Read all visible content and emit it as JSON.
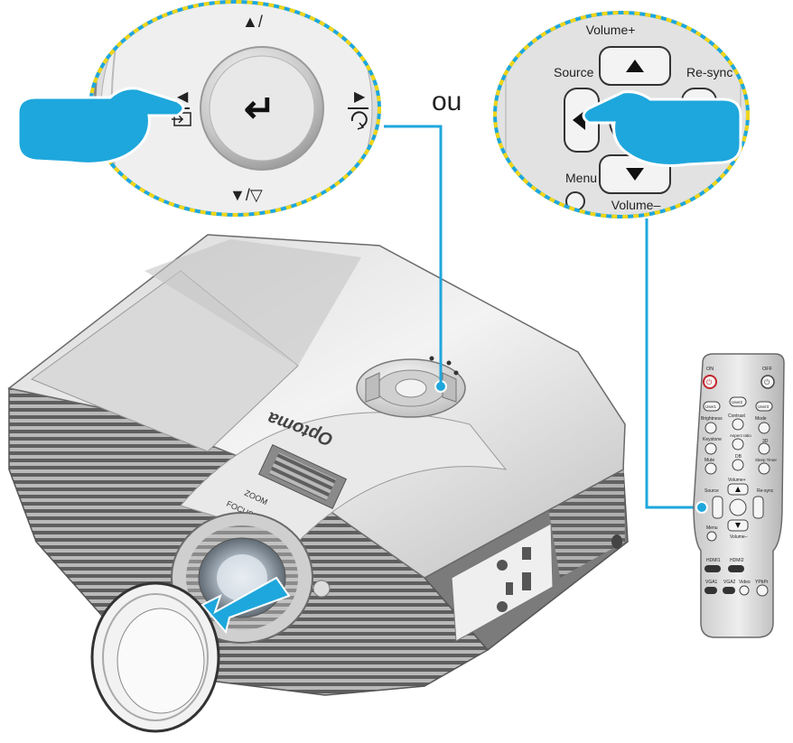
{
  "figure": {
    "or_label": "ou",
    "brand_logo_text": "Optoma",
    "zoom_label": "ZOOM",
    "focus_label": "FOCUS"
  },
  "keypad_zoom": {
    "up_symbol": "▲/",
    "down_symbol": "▼/▽",
    "left_symbol": "◀",
    "right_symbol": "▶",
    "enter_symbol": "↵"
  },
  "remote_zoom": {
    "volume_up": "Volume+",
    "volume_down": "Volume–",
    "source": "Source",
    "resync": "Re-sync",
    "menu": "Menu"
  },
  "remote": {
    "on": "ON",
    "off": "OFF",
    "user1": "User1",
    "user2": "User2",
    "user3": "User3",
    "brightness": "Brightness",
    "contrast": "Contrast",
    "mode": "Mode",
    "keystone": "Keystone",
    "aspect": "Aspect ratio",
    "three_d": "3D",
    "mute": "Mute",
    "db": "DB",
    "sleep": "Sleep Timer",
    "volume_up": "Volume+",
    "volume_down": "Volume–",
    "source": "Source",
    "resync": "Re-sync",
    "menu": "Menu",
    "hdmi1": "HDMI1",
    "hdmi2": "HDMI2",
    "vga1": "VGA1",
    "vga2": "VGA2",
    "video": "Video",
    "ypbpr": "YPbPr"
  },
  "colors": {
    "accent_blue": "#1ea7dc",
    "dash_yellow": "#f1d51a"
  }
}
